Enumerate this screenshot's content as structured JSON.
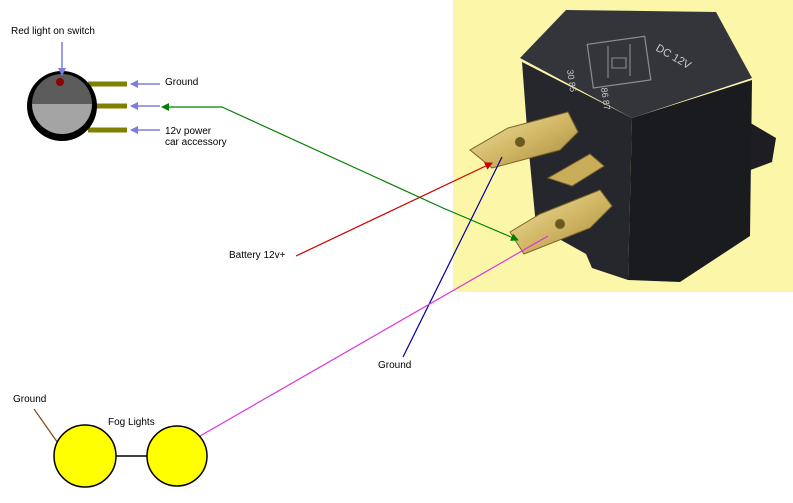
{
  "labels": {
    "red_light": "Red light on switch",
    "ground_switch": "Ground",
    "power_line1": "12v power",
    "power_line2": "car accessory",
    "battery": "Battery 12v+",
    "ground_relay": "Ground",
    "ground_fog": "Ground",
    "fog_lights": "Fog Lights"
  },
  "relay": {
    "rating": "DC 12V",
    "pins_left": "30 85",
    "pins_right": "86 87"
  },
  "colors": {
    "relay_background": "#fcf6a8",
    "switch_terminals": "#808000",
    "label_arrows": "#8080e0",
    "switch_wire": "#008000",
    "battery_wire": "#cc0000",
    "ground_wire": "#000099",
    "fog_wire": "#dd33dd",
    "fog_ground_wire": "#8b4513",
    "fog_light": "#ffff00",
    "indicator_light": "#8b0000"
  }
}
